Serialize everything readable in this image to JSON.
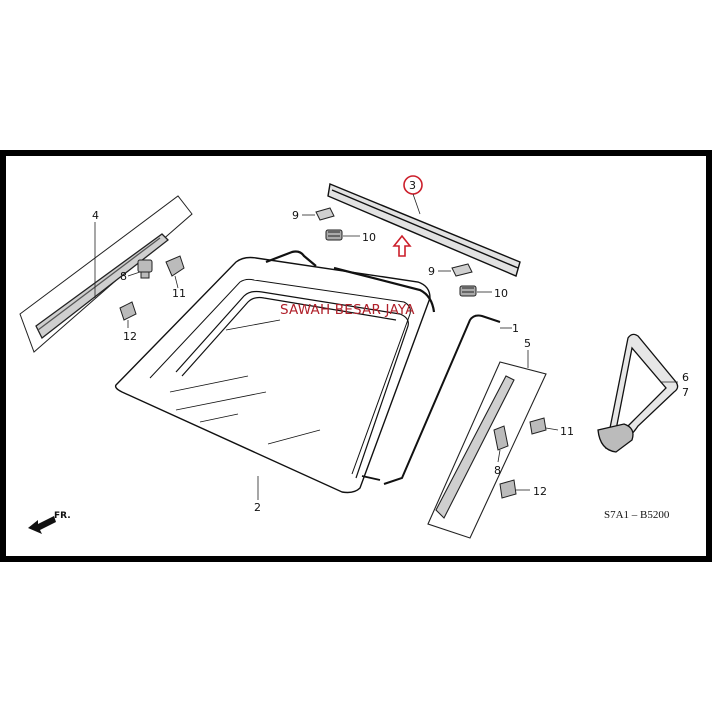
{
  "diagram": {
    "watermark": "SAWAH BESAR JAYA",
    "diagram_code": "S7A1 – B5200",
    "front_marker": "FR.",
    "highlight_color": "#cc1f2b",
    "callouts": {
      "c1": "1",
      "c2": "2",
      "c3": "3",
      "c4": "4",
      "c5": "5",
      "c6": "6",
      "c7": "7",
      "c8_left": "8",
      "c8_right": "8",
      "c9_top": "9",
      "c9_bottom": "9",
      "c10_top": "10",
      "c10_bottom": "10",
      "c11_left": "11",
      "c11_right": "11",
      "c12_left": "12",
      "c12_right": "12"
    }
  }
}
